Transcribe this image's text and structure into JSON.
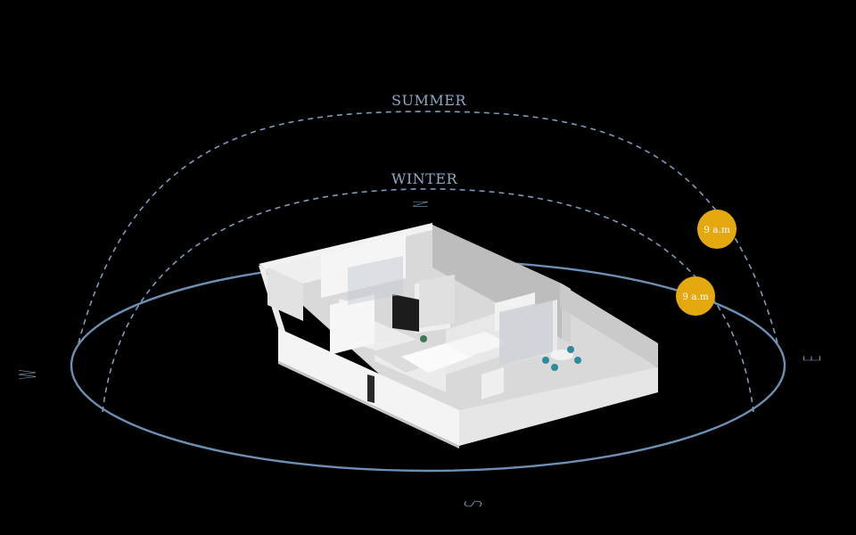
{
  "paths": {
    "summer": {
      "label": "SUMMER"
    },
    "winter": {
      "label": "WINTER"
    }
  },
  "compass": {
    "north": "N",
    "south": "S",
    "east": "E",
    "west": "W"
  },
  "suns": {
    "summer": {
      "label": "9 a.m",
      "color": "#e3a90f"
    },
    "winter": {
      "label": "9 a.m",
      "color": "#e3a90f"
    }
  },
  "colors": {
    "background": "#000000",
    "orbit": "#6d8fb3",
    "arc": "#7b9bbd",
    "sun": "#e3a90f"
  }
}
